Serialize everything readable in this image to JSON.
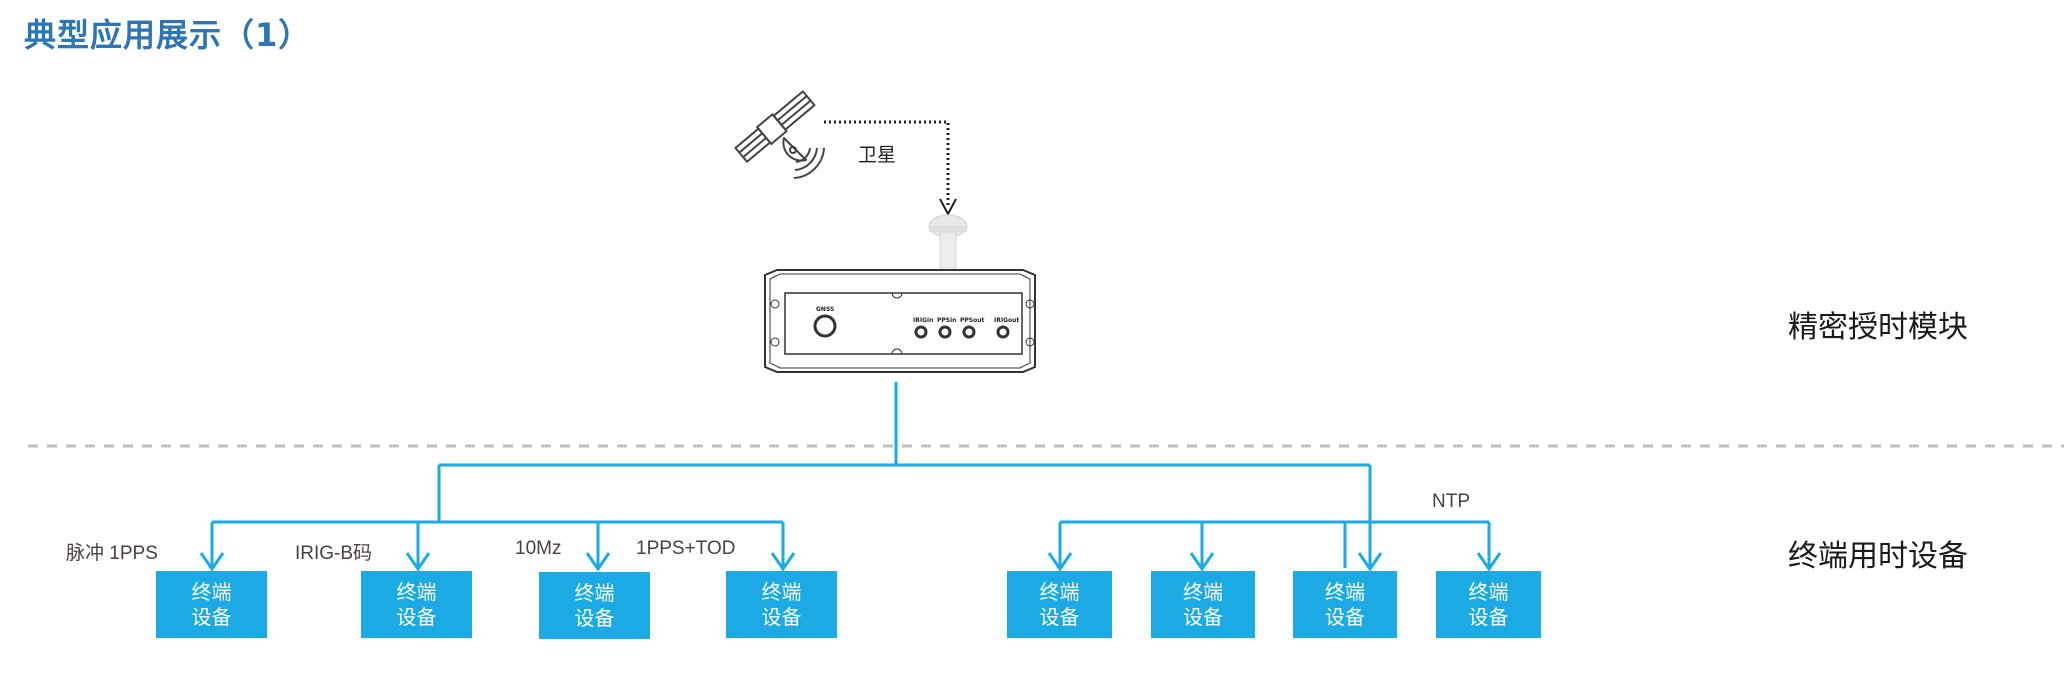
{
  "title": "典型应用展示（1）",
  "satellite": {
    "label": "卫星",
    "icon": "satellite-icon"
  },
  "module": {
    "section_label": "精密授时模块",
    "panel_labels": {
      "gnss": "GNSS",
      "ports": [
        "IRIGin",
        "PPSin",
        "PPSout",
        "IRIGout"
      ]
    }
  },
  "terminals_section_label": "终端用时设备",
  "left_group": {
    "signals": [
      "脉冲 1PPS",
      "IRIG-B码",
      "10Mz",
      "1PPS+TOD"
    ],
    "devices": [
      {
        "line1": "终端",
        "line2": "设备"
      },
      {
        "line1": "终端",
        "line2": "设备"
      },
      {
        "line1": "终端",
        "line2": "设备"
      },
      {
        "line1": "终端",
        "line2": "设备"
      }
    ]
  },
  "right_group": {
    "signal": "NTP",
    "devices": [
      {
        "line1": "终端",
        "line2": "设备"
      },
      {
        "line1": "终端",
        "line2": "设备"
      },
      {
        "line1": "终端",
        "line2": "设备"
      },
      {
        "line1": "终端",
        "line2": "设备"
      }
    ]
  },
  "colors": {
    "title": "#2e75b6",
    "connector": "#1caae5",
    "device_box": "#1caae5",
    "divider": "#bfbfbf"
  }
}
